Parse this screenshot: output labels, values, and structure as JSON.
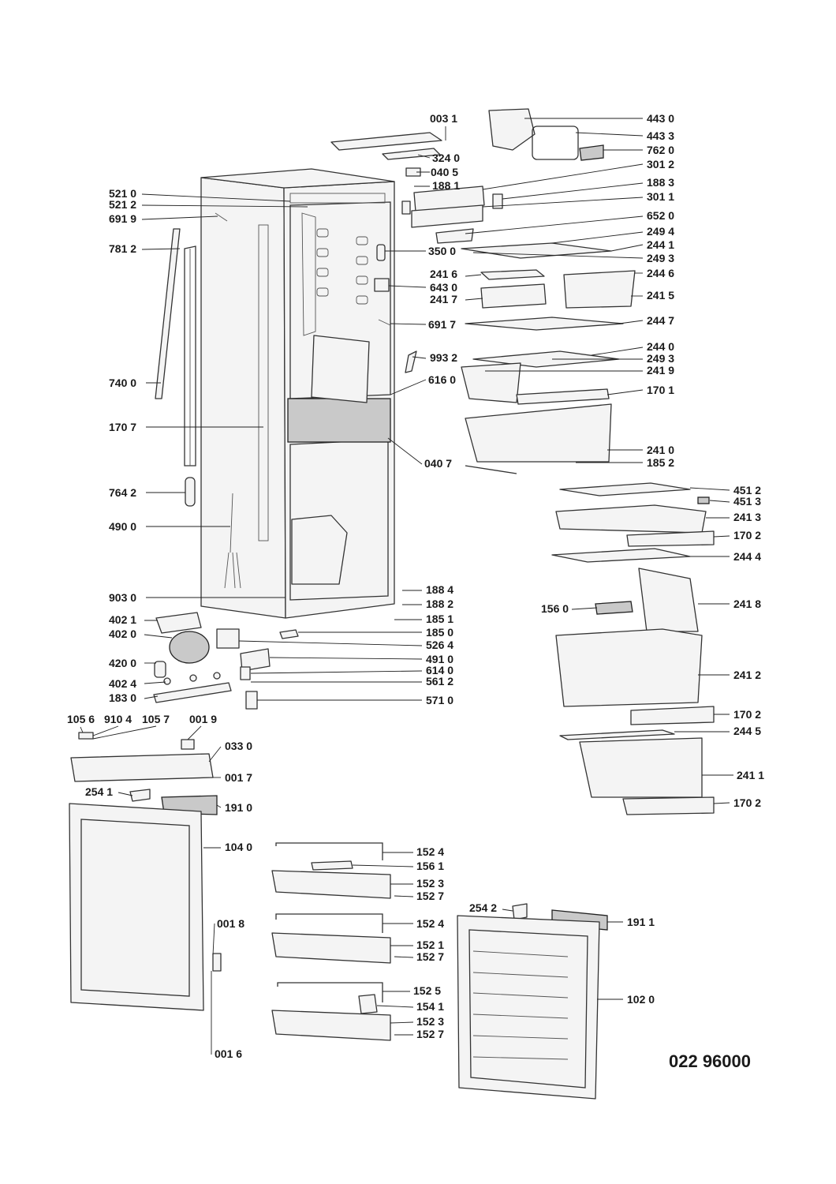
{
  "diagram_code": "022 96000",
  "labels": [
    "003 1",
    "324 0",
    "040 5",
    "188 1",
    "443 0",
    "443 3",
    "762 0",
    "301 2",
    "188 3",
    "301 1",
    "652 0",
    "249 4",
    "244 1",
    "249 3",
    "244 6",
    "241 5",
    "350 0",
    "241 6",
    "643 0",
    "241 7",
    "691 7",
    "244 7",
    "244 0",
    "249 3",
    "241 9",
    "993 2",
    "616 0",
    "170 1",
    "241 0",
    "185 2",
    "040 7",
    "521 0",
    "521 2",
    "691 9",
    "781 2",
    "740 0",
    "170 7",
    "764 2",
    "490 0",
    "903 0",
    "402 1",
    "402 0",
    "420 0",
    "402 4",
    "183 0",
    "188 4",
    "188 2",
    "185 1",
    "185 0",
    "526 4",
    "491 0",
    "614 0",
    "561 2",
    "571 0",
    "451 2",
    "451 3",
    "241 3",
    "170 2",
    "244 4",
    "156 0",
    "241 8",
    "241 2",
    "170 2",
    "244 5",
    "241 1",
    "170 2",
    "105 6",
    "910 4",
    "105 7",
    "001 9",
    "033 0",
    "001 7",
    "254 1",
    "191 0",
    "104 0",
    "001 8",
    "001 6",
    "152 4",
    "156 1",
    "152 3",
    "152 7",
    "152 4",
    "152 1",
    "152 7",
    "152 5",
    "154 1",
    "152 3",
    "152 7",
    "254 2",
    "191 1",
    "102 0"
  ]
}
